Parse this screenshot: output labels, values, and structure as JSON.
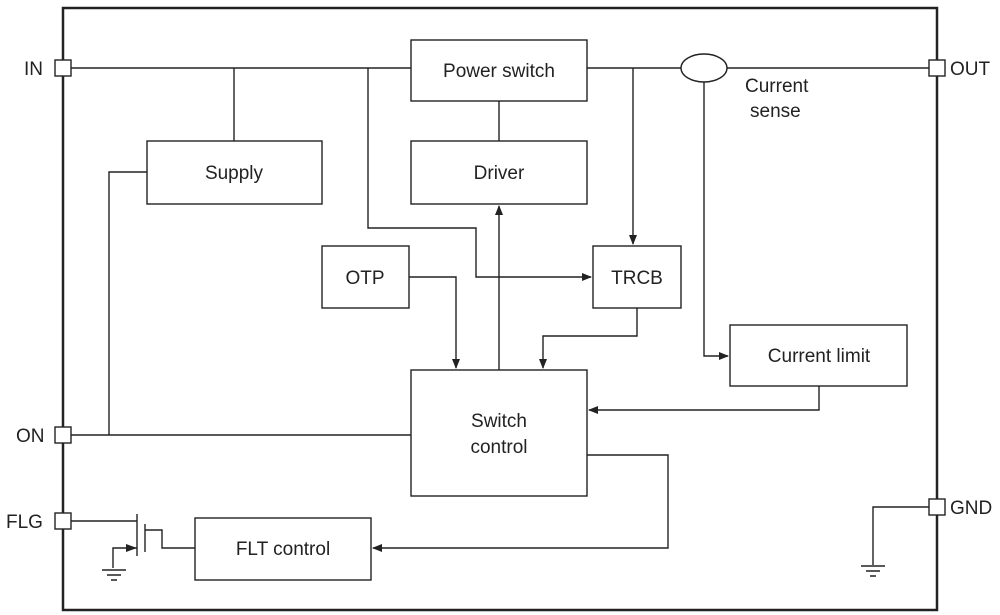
{
  "pins": {
    "in": "IN",
    "out": "OUT",
    "on": "ON",
    "flg": "FLG",
    "gnd": "GND"
  },
  "blocks": {
    "power_switch": "Power switch",
    "supply": "Supply",
    "driver": "Driver",
    "otp": "OTP",
    "trcb": "TRCB",
    "current_limit": "Current limit",
    "switch_control_1": "Switch",
    "switch_control_2": "control",
    "flt_control": "FLT control"
  },
  "current_sense": {
    "line1": "Current",
    "line2": "sense"
  },
  "icons": [
    "ground-icon",
    "mosfet-icon"
  ]
}
